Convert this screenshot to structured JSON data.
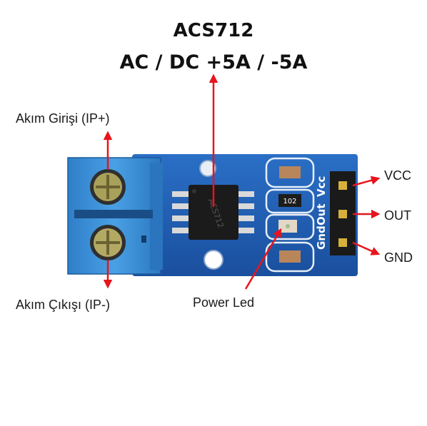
{
  "title": {
    "line1": "ACS712",
    "line2": "AC / DC +5A / -5A"
  },
  "labels": {
    "current_input": "Akım Girişi (IP+)",
    "current_output": "Akım Çıkışı (IP-)",
    "power_led": "Power Led",
    "vcc": "VCC",
    "out": "OUT",
    "gnd": "GND"
  },
  "board": {
    "pin_labels": [
      "Gnd",
      "Out",
      "Vcc"
    ],
    "resistor_code": "102",
    "chip_marking": "ACS712"
  },
  "colors": {
    "pcb": "#1f5fb4",
    "terminal_block": "#3a8fd6",
    "arrow": "#e8141c"
  }
}
